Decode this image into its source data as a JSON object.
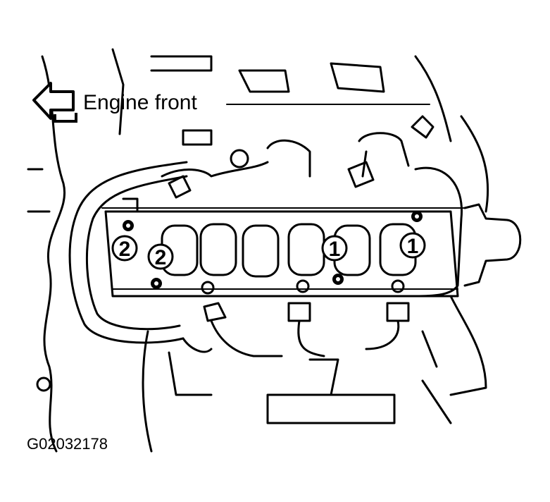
{
  "diagram": {
    "direction_label": "Engine front",
    "figure_code": "G02032178",
    "callouts": [
      "2",
      "2",
      "1",
      "1"
    ]
  }
}
